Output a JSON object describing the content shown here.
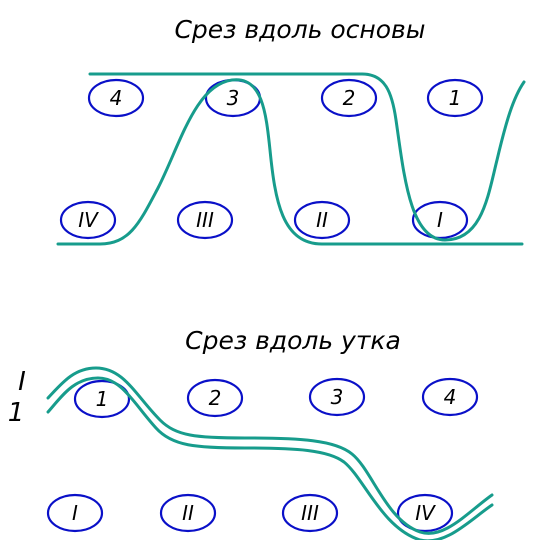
{
  "top_section": {
    "title": "Срез вдоль основы",
    "upper_labels": [
      "4",
      "3",
      "2",
      "1"
    ],
    "lower_labels": [
      "IV",
      "III",
      "II",
      "I"
    ]
  },
  "bottom_section": {
    "title": "Срез вдоль утка",
    "upper_labels": [
      "1",
      "2",
      "3",
      "4"
    ],
    "lower_labels": [
      "I",
      "II",
      "III",
      "IV"
    ],
    "side_label_top": "I",
    "side_label_bottom": "1"
  },
  "colors": {
    "ellipse_stroke": "#0a10c8",
    "thread_stroke": "#179c8c",
    "text": "#000000"
  }
}
